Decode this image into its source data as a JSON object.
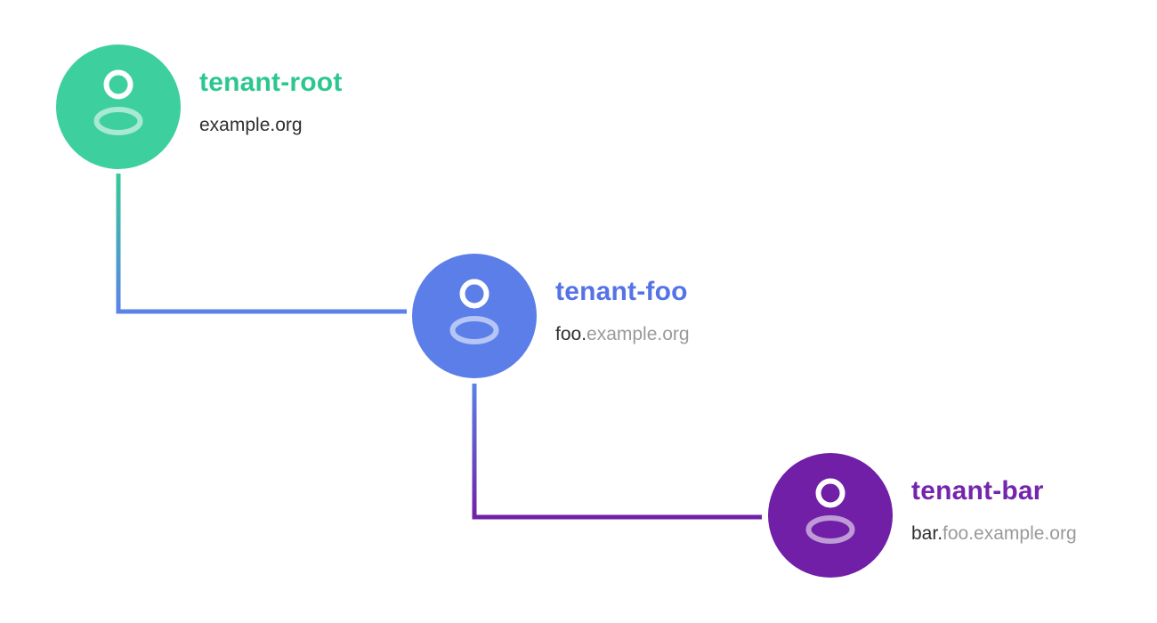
{
  "diagram": {
    "background_color": "#ffffff",
    "nodes": [
      {
        "name": "tenant-root",
        "domain_own": "example.org",
        "domain_parent": "",
        "circle_color": "#3ecf9e",
        "title_color": "#2cc78f",
        "icon": "user-icon"
      },
      {
        "name": "tenant-foo",
        "domain_own": "foo.",
        "domain_parent": "example.org",
        "circle_color": "#5b7ee8",
        "title_color": "#5573e6",
        "icon": "user-icon"
      },
      {
        "name": "tenant-bar",
        "domain_own": "bar.",
        "domain_parent": "foo.example.org",
        "circle_color": "#701fa6",
        "title_color": "#7326ad",
        "icon": "user-icon"
      }
    ],
    "connectors": [
      {
        "from": "tenant-root",
        "to": "tenant-foo",
        "color_from": "#36cb97",
        "color_to": "#5b82e8"
      },
      {
        "from": "tenant-foo",
        "to": "tenant-bar",
        "color_from": "#5b82e8",
        "color_to": "#7221a6"
      }
    ]
  }
}
